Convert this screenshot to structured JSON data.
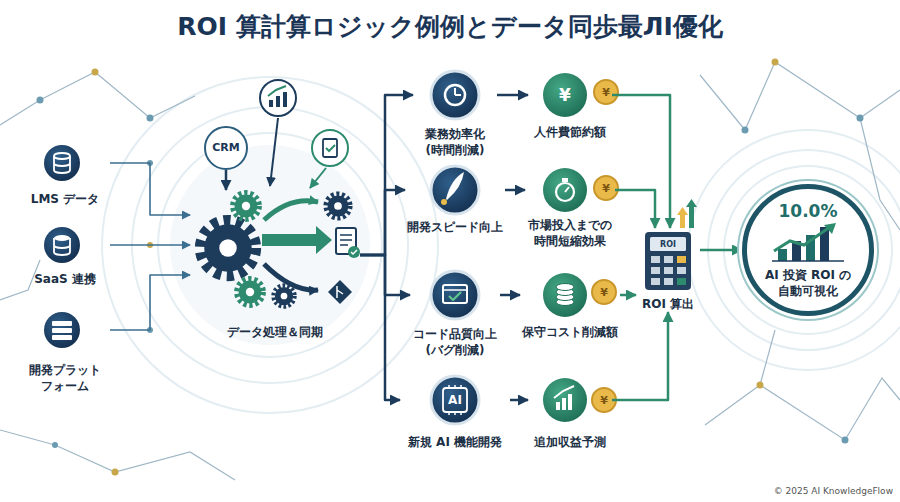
{
  "diagram": {
    "title": "ROI 算計算ロジック例例とデータ同歩最ЛI優化",
    "nodes": [
      {
        "text": [
          "LMS データ"
        ]
      },
      {
        "text": [
          "SaaS 連携"
        ]
      },
      {
        "text": [
          "開発プラット フォーム"
        ]
      },
      {
        "text": [
          "CRM"
        ]
      },
      {
        "text": [
          "データ処理＆同期"
        ]
      },
      {
        "text": [
          "業務効率化 (時間削減)"
        ]
      },
      {
        "text": [
          "人件費節約額"
        ]
      },
      {
        "text": [
          "開発スピード向上"
        ]
      },
      {
        "text": [
          "市場投入までの 時間短縮効果"
        ]
      },
      {
        "text": [
          "コード品質向上 (バグ削減)"
        ]
      },
      {
        "text": [
          "保守コスト削減額"
        ]
      },
      {
        "text": [
          "新規 AI 機能開発"
        ]
      },
      {
        "text": [
          "追加収益予測"
        ]
      },
      {
        "text": [
          "ROI 算出"
        ]
      },
      {
        "text": [
          "10.0%",
          "AI 投資 ROI の 自動可視化"
        ]
      }
    ],
    "edges": [
      {
        "from": 0,
        "to": 4,
        "arrow": "to"
      },
      {
        "from": 1,
        "to": 4,
        "arrow": "to"
      },
      {
        "from": 2,
        "to": 4,
        "arrow": "to"
      },
      {
        "from": 3,
        "to": 4,
        "arrow": "to"
      },
      {
        "from": 4,
        "to": 5,
        "arrow": "to"
      },
      {
        "from": 4,
        "to": 7,
        "arrow": "to"
      },
      {
        "from": 4,
        "to": 9,
        "arrow": "to"
      },
      {
        "from": 4,
        "to": 11,
        "arrow": "to"
      },
      {
        "from": 5,
        "to": 6,
        "arrow": "to"
      },
      {
        "from": 7,
        "to": 8,
        "arrow": "to"
      },
      {
        "from": 9,
        "to": 10,
        "arrow": "to"
      },
      {
        "from": 11,
        "to": 12,
        "arrow": "to"
      },
      {
        "from": 6,
        "to": 13,
        "arrow": "to"
      },
      {
        "from": 8,
        "to": 13,
        "arrow": "to"
      },
      {
        "from": 10,
        "to": 13,
        "arrow": "to"
      },
      {
        "from": 12,
        "to": 13,
        "arrow": "to"
      },
      {
        "from": 13,
        "to": 14,
        "arrow": "to"
      }
    ],
    "labels": [
      "ROI",
      "¥",
      "¥",
      "¥",
      "¥",
      "¥",
      "AI",
      "© 2025 AI KnowledgeFlow"
    ]
  }
}
